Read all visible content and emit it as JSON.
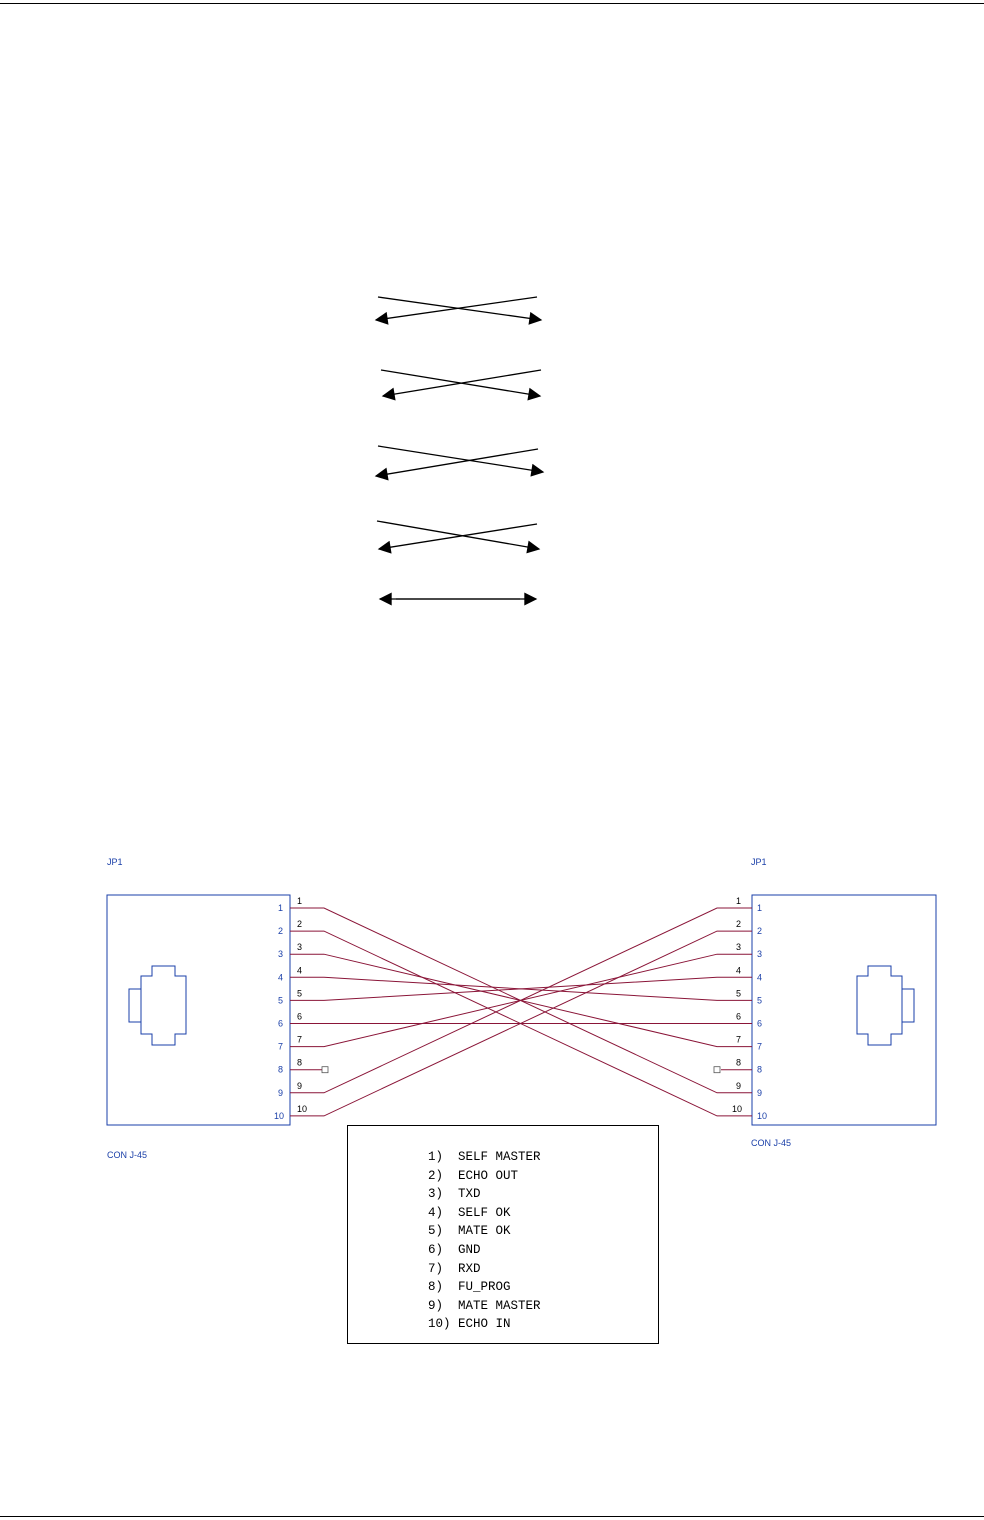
{
  "connectors": {
    "left": {
      "designator": "JP1",
      "type": "CON J-45"
    },
    "right": {
      "designator": "JP1",
      "type": "CON J-45"
    }
  },
  "pins": [
    "1",
    "2",
    "3",
    "4",
    "5",
    "6",
    "7",
    "8",
    "9",
    "10"
  ],
  "wiring": [
    {
      "from": "1",
      "to": "9"
    },
    {
      "from": "2",
      "to": "10"
    },
    {
      "from": "3",
      "to": "7"
    },
    {
      "from": "4",
      "to": "5"
    },
    {
      "from": "5",
      "to": "4"
    },
    {
      "from": "6",
      "to": "6"
    },
    {
      "from": "7",
      "to": "3"
    },
    {
      "from": "8",
      "to": null
    },
    {
      "from": "9",
      "to": "1"
    },
    {
      "from": "10",
      "to": "2"
    }
  ],
  "legend": [
    "1)  SELF MASTER",
    "2)  ECHO OUT",
    "3)  TXD",
    "4)  SELF OK",
    "5)  MATE OK",
    "6)  GND",
    "7)  RXD",
    "8)  FU_PROG",
    "9)  MATE MASTER",
    "10) ECHO IN"
  ],
  "colors": {
    "wire": "#8a1538",
    "box": "#1a3fa8",
    "pin_number": "#1a3fa8",
    "arrow": "#000000"
  }
}
